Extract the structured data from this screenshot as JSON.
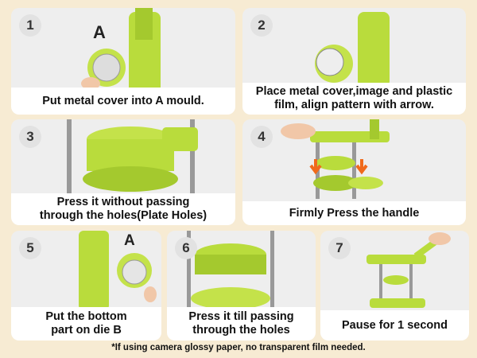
{
  "steps": [
    {
      "number": "1",
      "caption": [
        "Put metal cover into A mould."
      ],
      "label": "A"
    },
    {
      "number": "2",
      "caption": [
        "Place metal cover,image and plastic",
        "film, align pattern with arrow."
      ]
    },
    {
      "number": "3",
      "caption": [
        "Press it without passing",
        "through the holes(Plate Holes)"
      ]
    },
    {
      "number": "4",
      "caption": [
        "Firmly Press the handle"
      ]
    },
    {
      "number": "5",
      "caption": [
        "Put the bottom",
        "part on die B"
      ],
      "label": "A"
    },
    {
      "number": "6",
      "caption": [
        "Press it till passing",
        "through the holes"
      ]
    },
    {
      "number": "7",
      "caption": [
        "Pause for 1 second"
      ]
    }
  ],
  "footer": "*If using camera glossy paper, no transparent film needed.",
  "colors": {
    "background": "#f7ebd3",
    "machine": "#b9dc3c",
    "arrow": "#f06a1c"
  }
}
